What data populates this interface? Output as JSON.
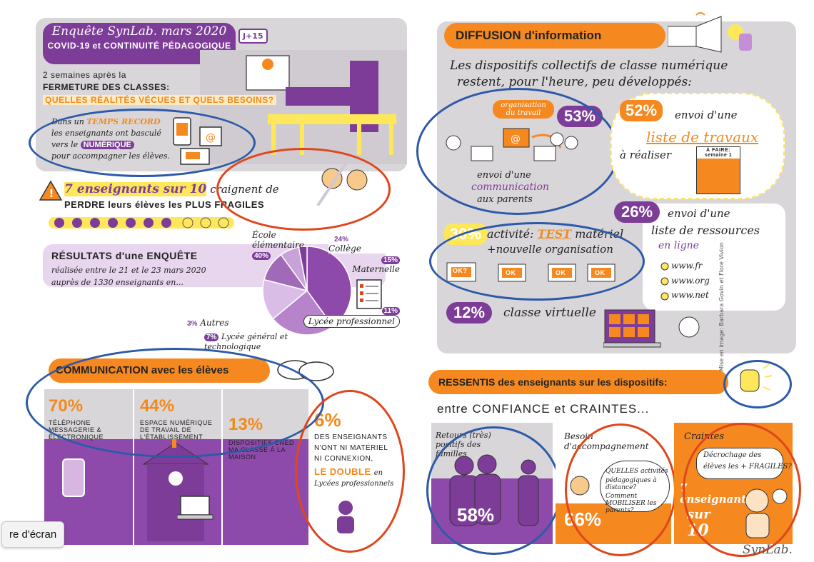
{
  "left": {
    "title": {
      "line1": "Enquête SynLab. mars 2020",
      "line2": "COVID-19 et CONTINUITÉ PÉDAGOGIQUE",
      "tag": "J+15"
    },
    "intro": {
      "line1": "2 semaines après la",
      "line2": "FERMETURE DES CLASSES:",
      "question": "QUELLES RÉALITÉS VÉCUES ET QUELS BESOINS?"
    },
    "record": {
      "line1": "Dans un",
      "highlight": "TEMPS RECORD",
      "line2": "les enseignants ont basculé",
      "line3": "vers le",
      "tag": "NUMÉRIQUE",
      "line4": "pour accompagner les élèves."
    },
    "fear": {
      "strong": "7 enseignants sur 10",
      "rest1": "craignent de",
      "rest2": "PERDRE leurs élèves les",
      "rest3": "PLUS FRAGILES"
    },
    "results": {
      "line1": "RÉSULTATS d'une ENQUÊTE",
      "line2": "réalisée entre le 21 et le 23 mars 2020",
      "line3": "auprès de 1330 enseignants en..."
    },
    "communication": {
      "banner": "COMMUNICATION avec les élèves",
      "c1_pct": "70%",
      "c1_label": "TÉLÉPHONE MESSAGERIE & ÉLECTRONIQUE",
      "c2_pct": "44%",
      "c2_label": "ESPACE NUMÉRIQUE DE TRAVAIL DE L'ÉTABLISSEMENT",
      "c3_pct": "13%",
      "c3_label": "DISPOSITIFS CNED MA CLASSE À LA MAISON",
      "c4_pct": "6%",
      "c4_l1": "DES ENSEIGNANTS",
      "c4_l2": "N'ONT NI MATÉRIEL",
      "c4_l3": "NI CONNEXION,",
      "c4_l4": "LE DOUBLE",
      "c4_l5": "en",
      "c4_l6": "Lycées professionnels"
    }
  },
  "chart_data": {
    "type": "pie",
    "title": "",
    "categories": [
      "École élémentaire",
      "Collège",
      "Maternelle",
      "Lycée professionnel",
      "Lycée général et technologique",
      "Autres"
    ],
    "values": [
      40,
      24,
      15,
      11,
      7,
      3
    ],
    "value_labels": [
      "40%",
      "24%",
      "15%",
      "11%",
      "7%",
      "3%"
    ],
    "label_texts": [
      "École élémentaire",
      "Collège",
      "Maternelle",
      "Lycée professionnel",
      "Lycée général et technologique",
      "Autres"
    ]
  },
  "right": {
    "diffusion": {
      "banner": "DIFFUSION d'information",
      "subtitle1": "Les dispositifs collectifs de classe numérique",
      "subtitle2": "restent, pour l'heure, peu développés:"
    },
    "d53": {
      "pct": "53%",
      "org": "organisation du travail",
      "line1": "envoi d'une",
      "line2": "communication",
      "line3": "aux parents"
    },
    "d52": {
      "pct": "52%",
      "line1": "envoi d'une",
      "line2": "liste de travaux",
      "line3": "à réaliser",
      "cal": "À FAIRE: semaine 1"
    },
    "d26": {
      "pct": "26%",
      "line1": "envoi d'une",
      "line2": "liste de ressources",
      "line3": "en ligne",
      "links": [
        "www.fr",
        "www.org",
        "www.net"
      ]
    },
    "d30": {
      "pct": "30%",
      "line1": "activité:",
      "test": "TEST",
      "line1b": "matériel",
      "line2": "+nouvelle organisation",
      "ok_first": "OK?",
      "ok": "OK"
    },
    "d12": {
      "pct": "12%",
      "label": "classe virtuelle"
    },
    "credit": "Mise en image: Barbara Govin et Flore Vivion",
    "ressentis": {
      "banner": "RESSENTIS des enseignants sur les dispositifs:",
      "sub": "entre CONFIANCE et CRAINTES..."
    },
    "r1": {
      "title": "Retours (très) positifs des familles",
      "pct": "58%"
    },
    "r2": {
      "title": "Besoin d'accompagnement",
      "bubble1": "QUELLES activités",
      "bubble2": "pédagogiques à distance?",
      "bubble3": "Comment MOBILISER les parents?",
      "pct": "66%"
    },
    "r3": {
      "title": "Craintes",
      "bubble1": "Décrochage des",
      "bubble2": "élèves les + FRAGILES?",
      "pct1": "7 enseignants",
      "pct2": "sur",
      "pct3": "10"
    },
    "logo": "SynLab."
  },
  "tooltip": "re d'écran",
  "colors": {
    "purple": "#7d3c98",
    "orange": "#f5891f",
    "gray": "#d9d6d9",
    "lightpurple": "#d7b7e2",
    "yellow": "#ffe75a",
    "ellipse_blue": "#2d5aa8",
    "ellipse_red": "#e0461c"
  }
}
